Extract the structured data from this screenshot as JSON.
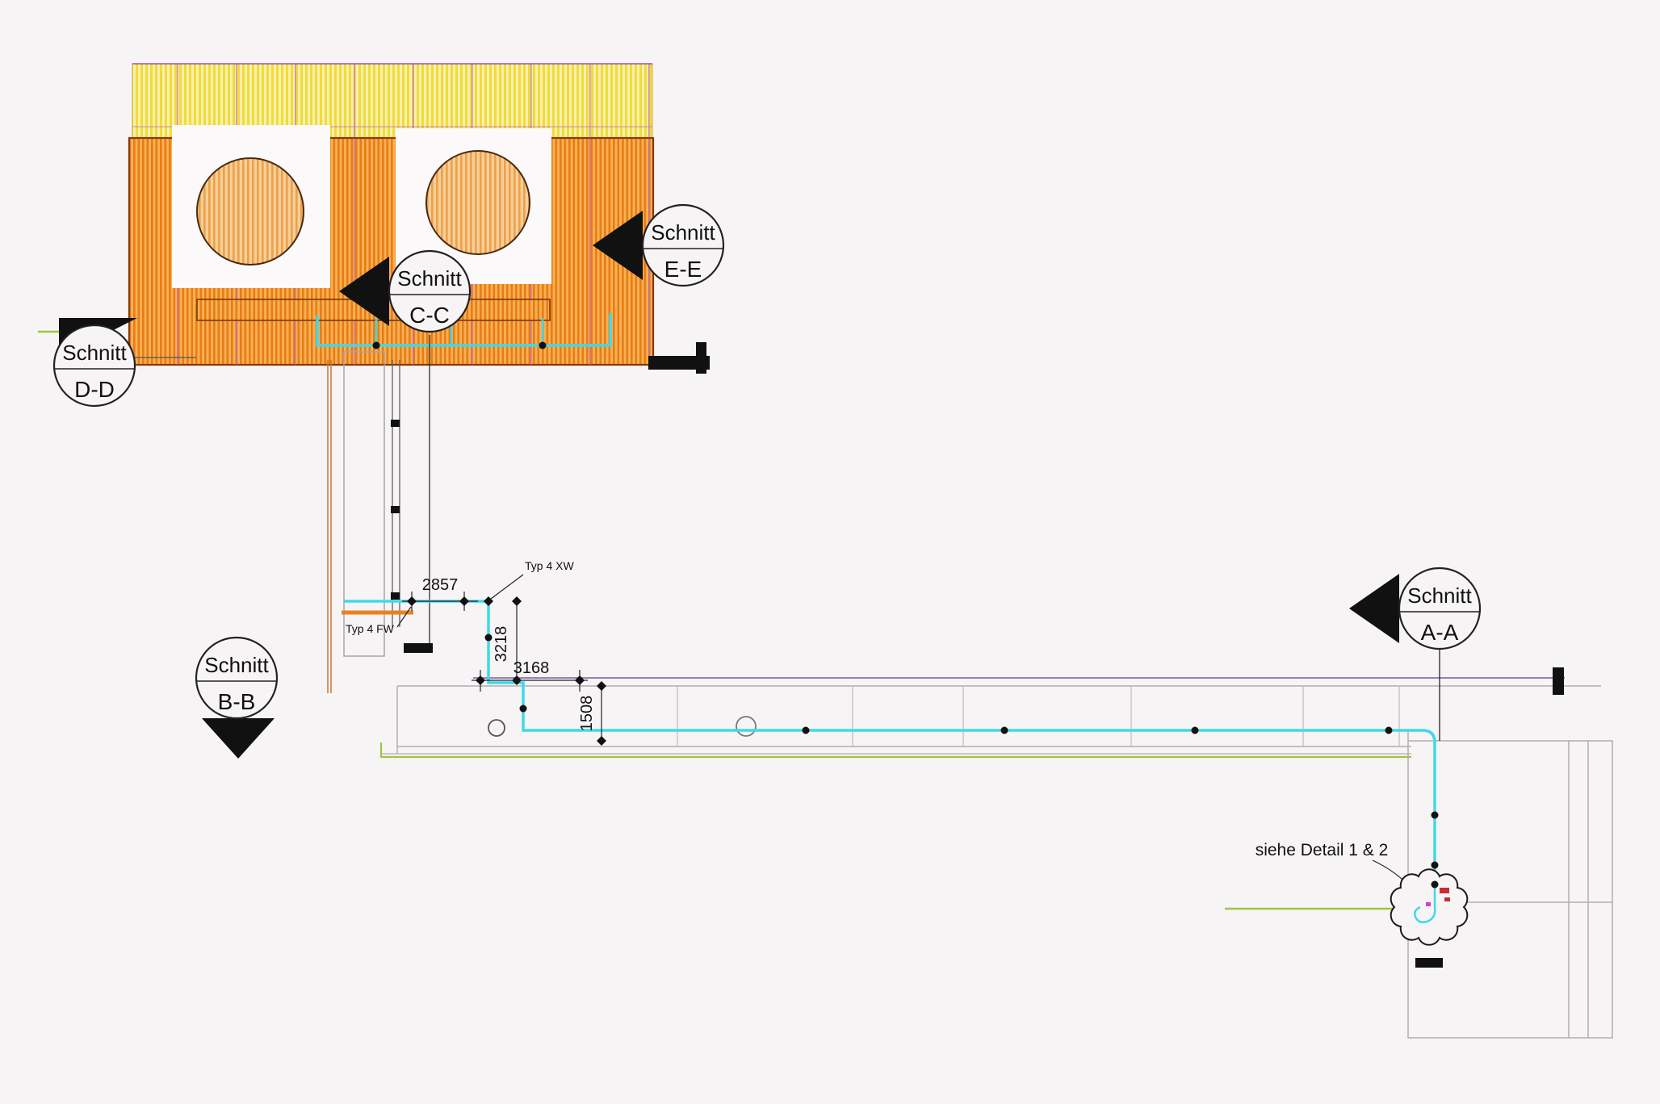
{
  "drawing": {
    "section_markers": [
      {
        "id": "D-D",
        "line1": "Schnitt",
        "line2": "D-D"
      },
      {
        "id": "C-C",
        "line1": "Schnitt",
        "line2": "C-C"
      },
      {
        "id": "E-E",
        "line1": "Schnitt",
        "line2": "E-E"
      },
      {
        "id": "B-B",
        "line1": "Schnitt",
        "line2": "B-B"
      },
      {
        "id": "A-A",
        "line1": "Schnitt",
        "line2": "A-A"
      }
    ],
    "dimensions": {
      "dim_2857": "2857",
      "dim_3218": "3218",
      "dim_3168": "3168",
      "dim_1508": "1508"
    },
    "labels": {
      "typ4xw": "Typ 4 XW",
      "typ4fw": "Typ 4 FW",
      "detail_note": "siehe Detail 1 & 2"
    },
    "colors": {
      "hatch_orange": "#e87c14",
      "hatch_yellow": "#f0dc38",
      "pipe_cyan": "#3fd9e9",
      "line_green": "#9cc83c",
      "grid_purple": "#bc64cc",
      "marker_black": "#111111",
      "background": "#f7f4f5"
    }
  }
}
